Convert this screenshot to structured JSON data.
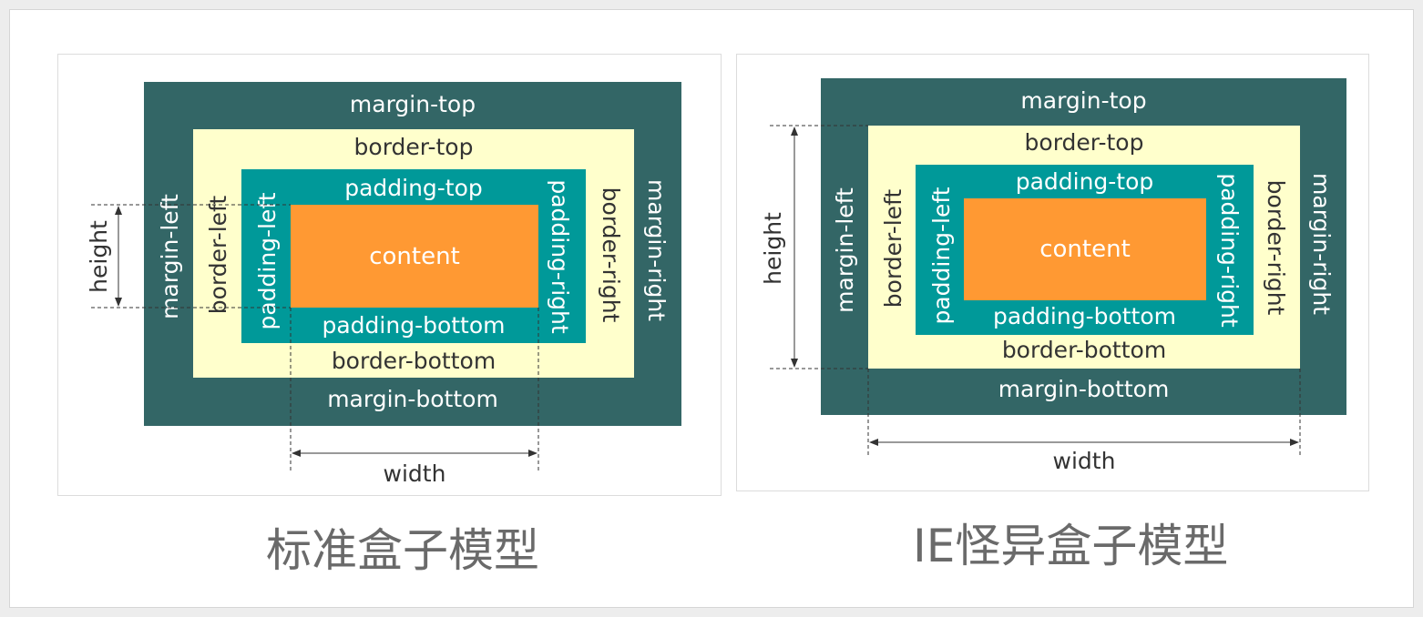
{
  "standard": {
    "caption": "标准盒子模型",
    "margin_top": "margin-top",
    "margin_bottom": "margin-bottom",
    "margin_left": "margin-left",
    "margin_right": "margin-right",
    "border_top": "border-top",
    "border_bottom": "border-bottom",
    "border_left": "border-left",
    "border_right": "border-right",
    "padding_top": "padding-top",
    "padding_bottom": "padding-bottom",
    "padding_left": "padding-left",
    "padding_right": "padding-right",
    "content": "content",
    "width_label": "width",
    "height_label": "height"
  },
  "ie": {
    "caption": "IE怪异盒子模型",
    "margin_top": "margin-top",
    "margin_bottom": "margin-bottom",
    "margin_left": "margin-left",
    "margin_right": "margin-right",
    "border_top": "border-top",
    "border_bottom": "border-bottom",
    "border_left": "border-left",
    "border_right": "border-right",
    "padding_top": "padding-top",
    "padding_bottom": "padding-bottom",
    "padding_left": "padding-left",
    "padding_right": "padding-right",
    "content": "content",
    "width_label": "width",
    "height_label": "height"
  },
  "colors": {
    "margin": "#336666",
    "border": "#ffffcc",
    "padding": "#009999",
    "content": "#ff9933"
  }
}
